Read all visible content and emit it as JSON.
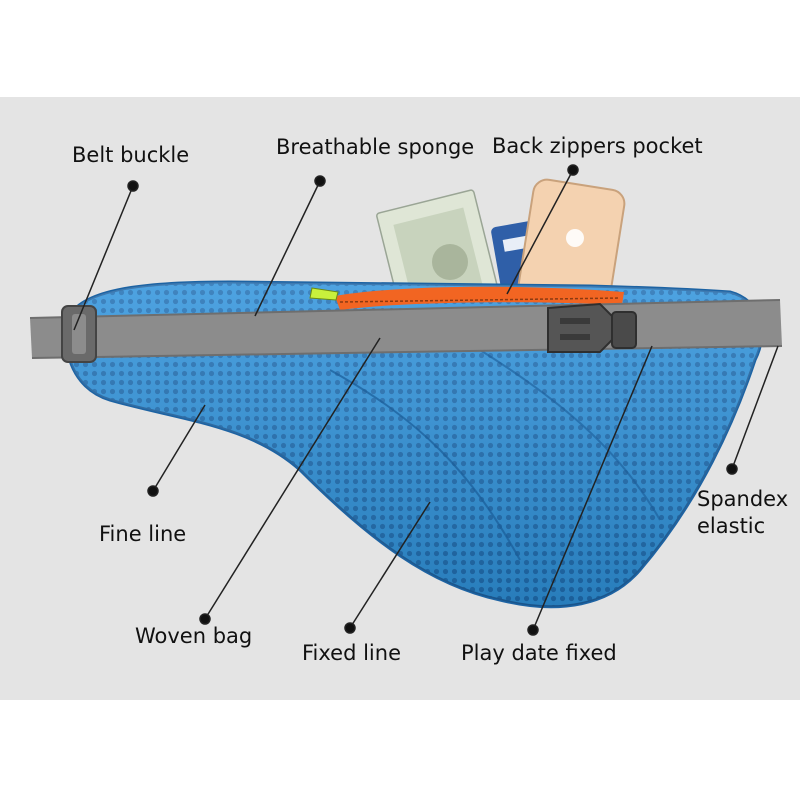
{
  "callouts": {
    "belt_buckle": "Belt buckle",
    "breathable_sponge": "Breathable sponge",
    "back_zippers_pocket": "Back zippers pocket",
    "spandex_elastic_line1": "Spandex",
    "spandex_elastic_line2": "elastic",
    "fine_line": "Fine line",
    "woven_bag": "Woven bag",
    "fixed_line": "Fixed line",
    "play_date_fixed": "Play date fixed"
  },
  "product_image": {
    "bag_color": "#2b8fd6",
    "mesh_color": "#3aa0e6",
    "strap_color": "#8a8a8a",
    "zipper_color": "#f26522",
    "zipper_pull_color": "#c8f03c",
    "buckle_color": "#5a5a5a",
    "background_band_color": "#e4e4e4"
  }
}
